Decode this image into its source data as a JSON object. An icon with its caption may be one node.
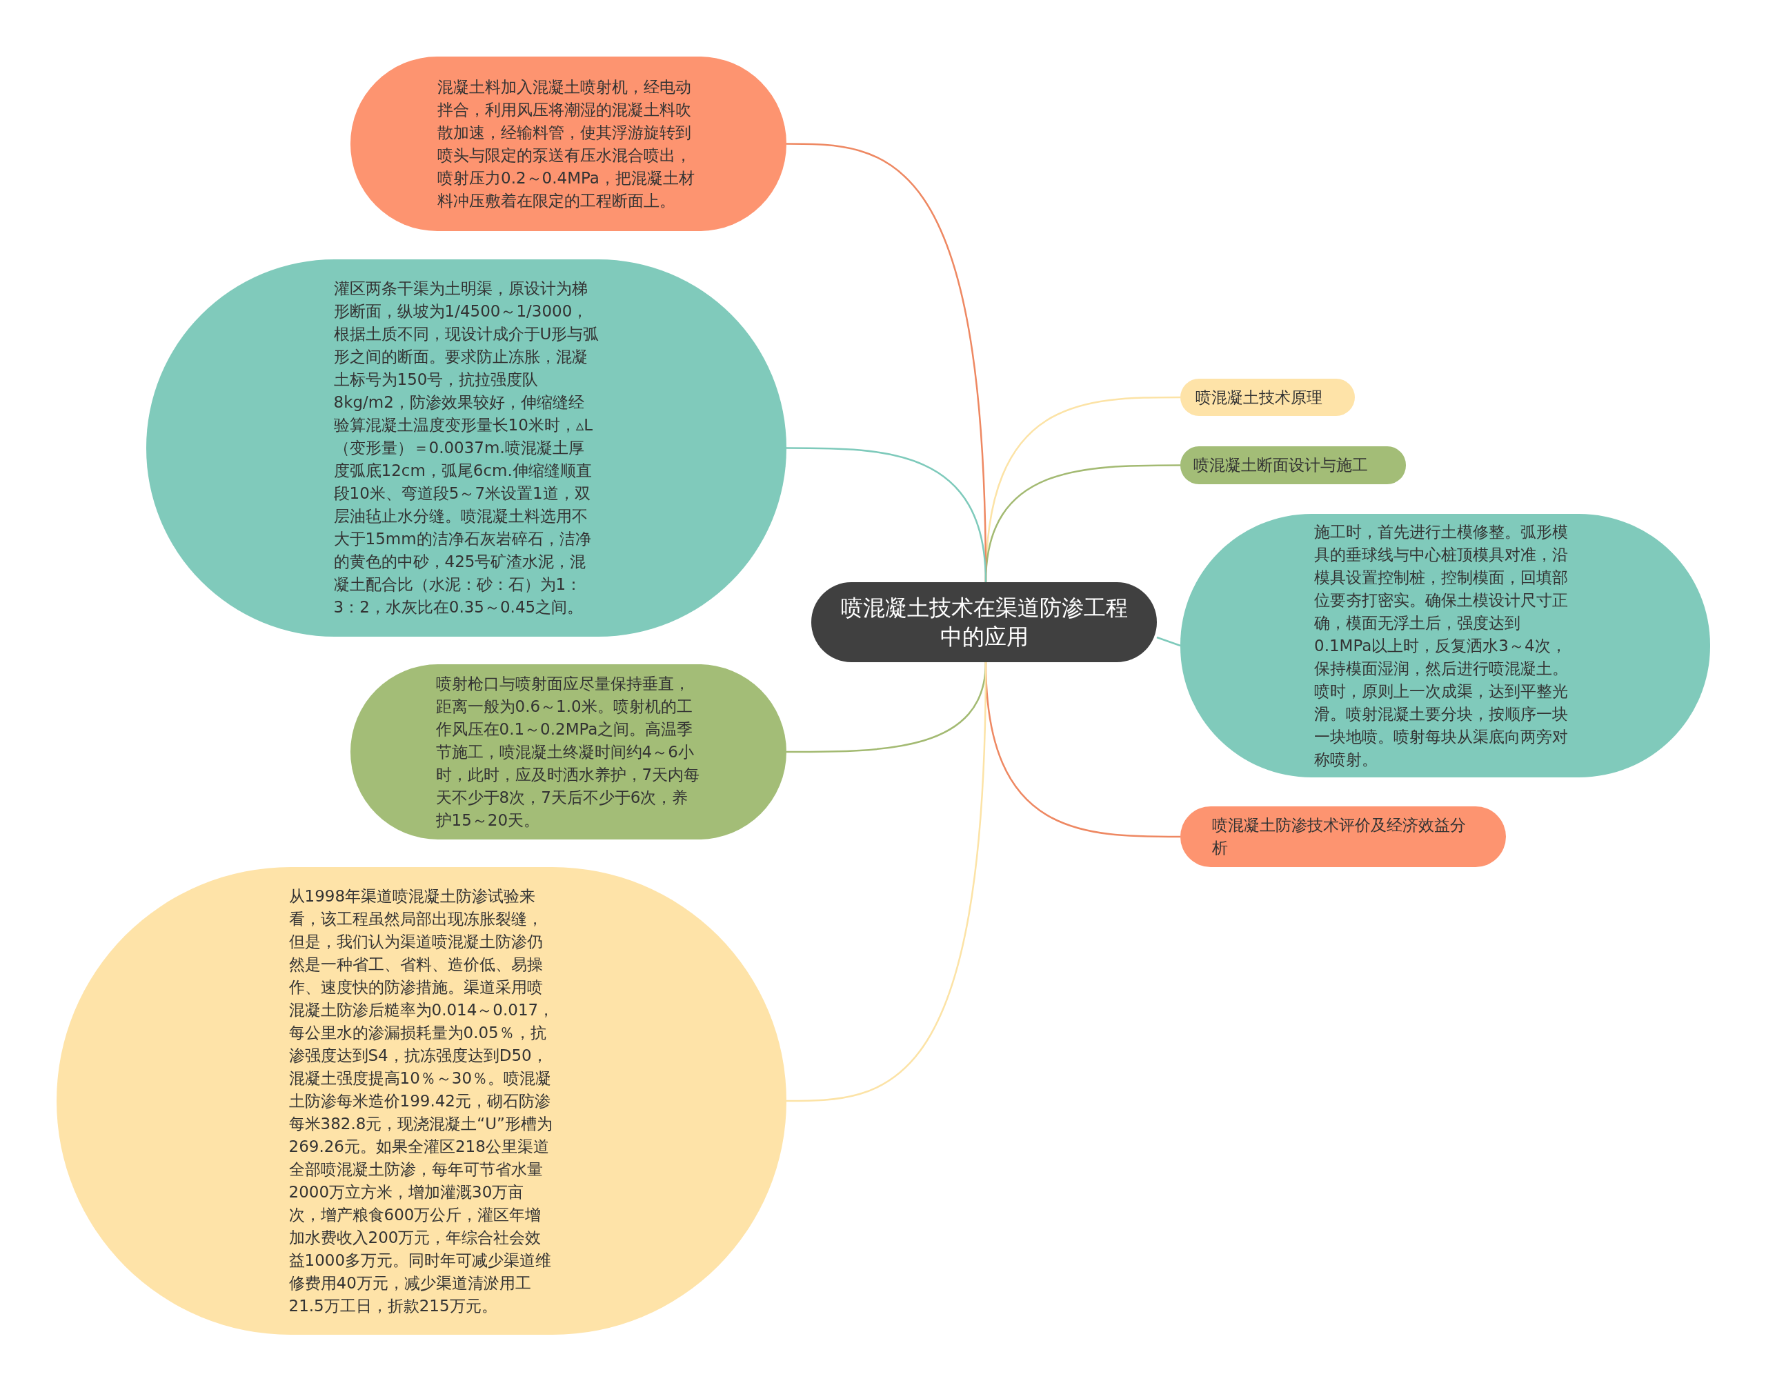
{
  "diagram": {
    "nodes": [
      {
        "text": [
          "喷混凝土技术在渠道防渗工程中的应用"
        ]
      },
      {
        "text": [
          "喷混凝土技术原理"
        ]
      },
      {
        "text": [
          "喷混凝土断面设计与施工"
        ]
      },
      {
        "text": [
          "施工时，首先进行土模修整。弧形模具的垂球线与中心桩顶模具对准，沿模具设置控制桩，控制模面，回填部位要夯打密实。确保土模设计尺寸正确，模面无浮土后，强度达到0.1MPa以上时，反复洒水3～4次，保持模面湿润，然后进行喷混凝土。喷时，原则上一次成渠，达到平整光滑。喷射混凝土要分块，按顺序一块一块地喷。喷射每块从渠底向两旁对称喷射。"
        ]
      },
      {
        "text": [
          "喷混凝土防渗技术评价及经济效益分析"
        ]
      },
      {
        "text": [
          "混凝土料加入混凝土喷射机，经电动拌合，利用风压将潮湿的混凝土料吹散加速，经输料管，使其浮游旋转到喷头与限定的泵送有压水混合喷出，喷射压力0.2～0.4MPa，把混凝土材料冲压敷着在限定的工程断面上。"
        ]
      },
      {
        "text": [
          "灌区两条干渠为土明渠，原设计为梯形断面，纵坡为1/4500～1/3000，根据土质不同，现设计成介于U形与弧形之间的断面。要求防止冻胀，混凝土标号为150号，抗拉强度队8kg/m2，防渗效果较好，伸缩缝经验算混凝土温度变形量长10米时，▵L（变形量）＝0.0037m.喷混凝土厚度弧底12cm，弧尾6cm.伸缩缝顺直段10米、弯道段5～7米设置1道，双层油毡止水分缝。喷混凝土料选用不大于15mm的洁净石灰岩碎石，洁净的黄色的中砂，425号矿渣水泥，混凝土配合比（水泥：砂：石）为1：3：2，水灰比在0.35～0.45之间。"
        ]
      },
      {
        "text": [
          "喷射枪口与喷射面应尽量保持垂直，距离一般为0.6～1.0米。喷射机的工作风压在0.1～0.2MPa之间。高温季节施工，喷混凝土终凝时间约4～6小时，此时，应及时洒水养护，7天内每天不少于8次，7天后不少于6次，养护15～20天。"
        ]
      },
      {
        "text": [
          "从1998年渠道喷混凝土防渗试验来看，该工程虽然局部出现冻胀裂缝，但是，我们认为渠道喷混凝土防渗仍然是一种省工、省料、造价低、易操作、速度快的防渗措施。渠道采用喷混凝土防渗后糙率为0.014～0.017，每公里水的渗漏损耗量为0.05％，抗渗强度达到S4，抗冻强度达到D50，混凝土强度提高10％～30％。喷混凝土防渗每米造价199.42元，砌石防渗每米382.8元，现浇混凝土“U”形槽为269.26元。如果全灌区218公里渠道全部喷混凝土防渗，每年可节省水量2000万立方米，增加灌溉30万亩次，增产粮食600万公斤，灌区年增加水费收入200万元，年综合社会效益1000多万元。同时年可减少渠道维修费用40万元，减少渠道清淤用工21.5万工日，折款215万元。"
        ]
      }
    ],
    "edges": [
      {
        "from": 0,
        "to": 1,
        "arrow": "none",
        "color": "#fce3a6"
      },
      {
        "from": 0,
        "to": 2,
        "arrow": "none",
        "color": "#a3ba72"
      },
      {
        "from": 0,
        "to": 3,
        "arrow": "none",
        "color": "#7ecabb"
      },
      {
        "from": 0,
        "to": 4,
        "arrow": "none",
        "color": "#ee8862"
      },
      {
        "from": 0,
        "to": 5,
        "arrow": "none",
        "color": "#ee8862"
      },
      {
        "from": 0,
        "to": 6,
        "arrow": "none",
        "color": "#7ecabb"
      },
      {
        "from": 0,
        "to": 7,
        "arrow": "none",
        "color": "#a3ba72"
      },
      {
        "from": 0,
        "to": 8,
        "arrow": "none",
        "color": "#fce3a6"
      }
    ]
  }
}
